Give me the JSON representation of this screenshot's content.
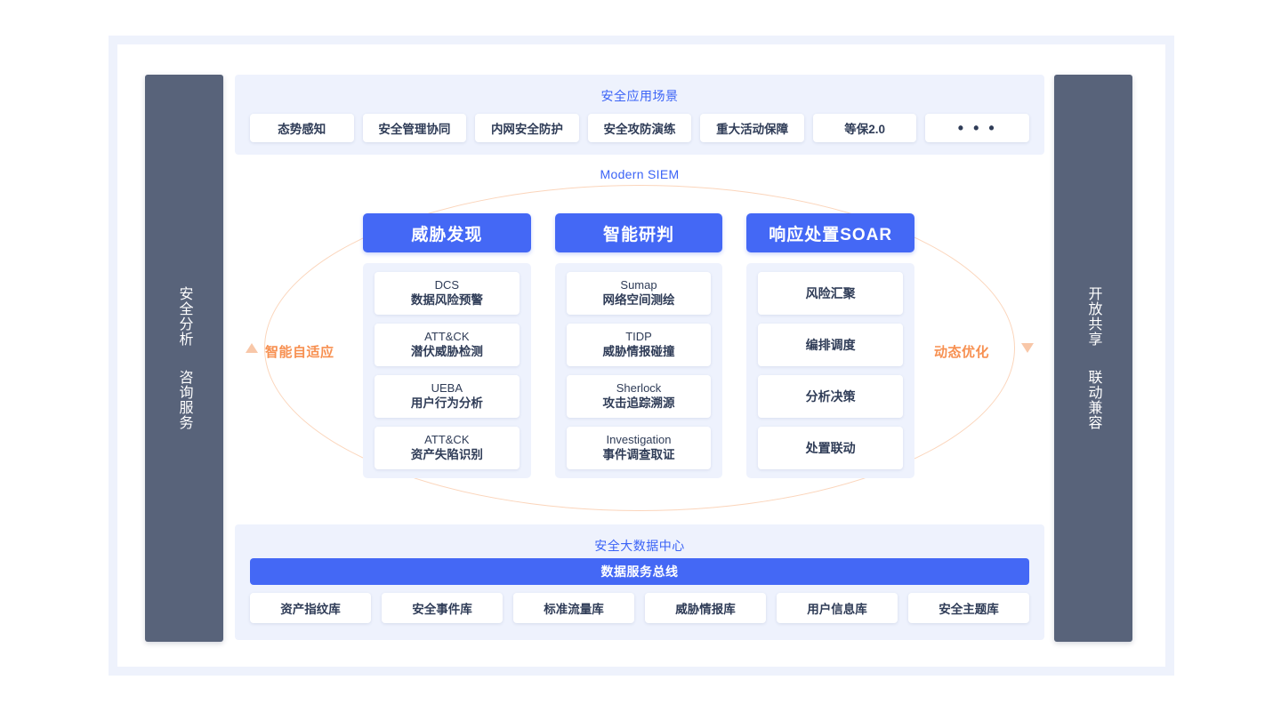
{
  "colors": {
    "accent_blue": "#4468f5",
    "label_blue": "#3b63f6",
    "panel_bg": "#eef2fd",
    "pillar": "#58637a",
    "cycle_orange": "#f79051",
    "ellipse_stroke": "#fbd5bb",
    "frame": "#eef2fc"
  },
  "pillars": {
    "left": [
      "安全分析",
      "咨询服务"
    ],
    "right": [
      "开放共享",
      "联动兼容"
    ]
  },
  "scenarios": {
    "title": "安全应用场景",
    "items": [
      {
        "label": "态势感知"
      },
      {
        "label": "安全管理协同"
      },
      {
        "label": "内网安全防护"
      },
      {
        "label": "安全攻防演练"
      },
      {
        "label": "重大活动保障"
      },
      {
        "label": "等保2.0"
      },
      {
        "label": "• • •"
      }
    ]
  },
  "siem": {
    "label": "Modern SIEM",
    "cycle_left": "智能自适应",
    "cycle_right": "动态优化",
    "columns": [
      {
        "header": "威胁发现",
        "modules": [
          {
            "en": "DCS",
            "cn": "数据风险预警"
          },
          {
            "en": "ATT&CK",
            "cn": "潜伏威胁检测"
          },
          {
            "en": "UEBA",
            "cn": "用户行为分析"
          },
          {
            "en": "ATT&CK",
            "cn": "资产失陷识别"
          }
        ]
      },
      {
        "header": "智能研判",
        "modules": [
          {
            "en": "Sumap",
            "cn": "网络空间测绘"
          },
          {
            "en": "TIDP",
            "cn": "威胁情报碰撞"
          },
          {
            "en": "Sherlock",
            "cn": "攻击追踪溯源"
          },
          {
            "en": "Investigation",
            "cn": "事件调查取证"
          }
        ]
      },
      {
        "header": "响应处置SOAR",
        "modules": [
          {
            "en": "",
            "cn": "风险汇聚"
          },
          {
            "en": "",
            "cn": "编排调度"
          },
          {
            "en": "",
            "cn": "分析决策"
          },
          {
            "en": "",
            "cn": "处置联动"
          }
        ]
      }
    ]
  },
  "data_center": {
    "title": "安全大数据中心",
    "bus": "数据服务总线",
    "stores": [
      {
        "label": "资产指纹库"
      },
      {
        "label": "安全事件库"
      },
      {
        "label": "标准流量库"
      },
      {
        "label": "威胁情报库"
      },
      {
        "label": "用户信息库"
      },
      {
        "label": "安全主题库"
      }
    ]
  }
}
